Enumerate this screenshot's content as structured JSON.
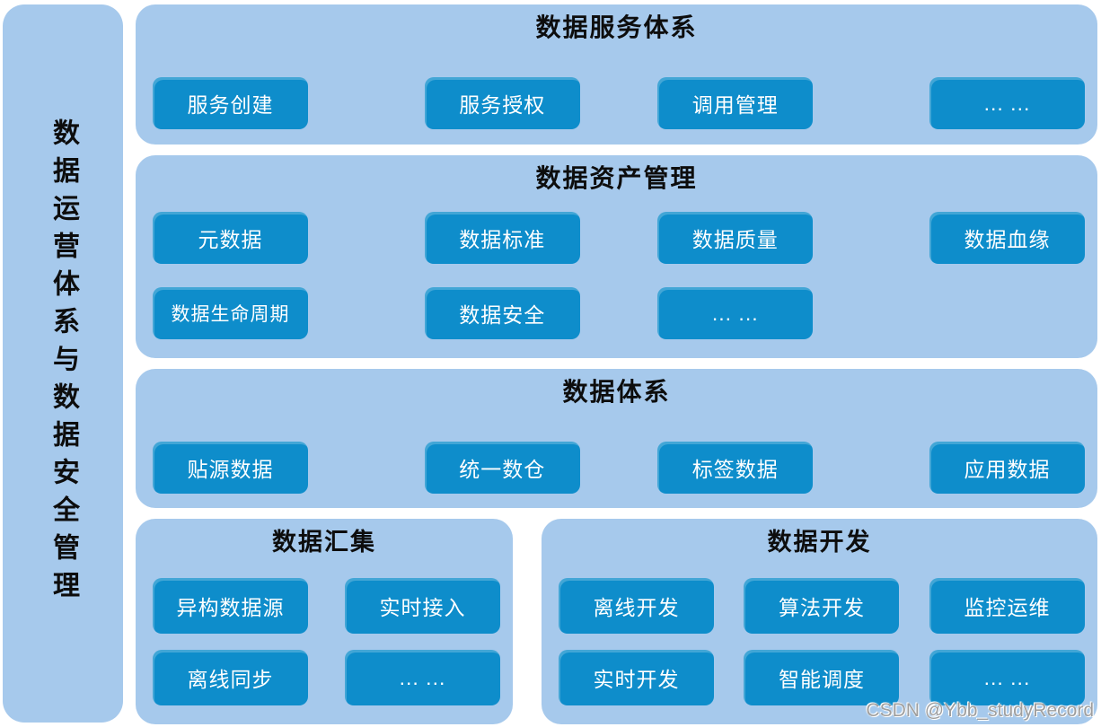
{
  "colors": {
    "page_bg": "#ffffff",
    "panel_bg": "#a6c9ec",
    "chip_bg": "#0e8dcb",
    "chip_text": "#ffffff",
    "title_text": "#0d0d0d"
  },
  "sidebar": {
    "label": "数据运营体系与数据安全管理"
  },
  "sections": {
    "service": {
      "title": "数据服务体系",
      "chips": [
        "服务创建",
        "服务授权",
        "调用管理",
        "... ..."
      ]
    },
    "asset": {
      "title": "数据资产管理",
      "row1": [
        "元数据",
        "数据标准",
        "数据质量",
        "数据血缘"
      ],
      "row2": [
        "数据生命周期",
        "数据安全",
        "... ..."
      ]
    },
    "system": {
      "title": "数据体系",
      "chips": [
        "贴源数据",
        "统一数仓",
        "标签数据",
        "应用数据"
      ]
    },
    "collect": {
      "title": "数据汇集",
      "row1": [
        "异构数据源",
        "实时接入"
      ],
      "row2": [
        "离线同步",
        "... ..."
      ]
    },
    "develop": {
      "title": "数据开发",
      "row1": [
        "离线开发",
        "算法开发",
        "监控运维"
      ],
      "row2": [
        "实时开发",
        "智能调度",
        "... ..."
      ]
    }
  },
  "watermark": "CSDN @Ybb_studyRecord"
}
